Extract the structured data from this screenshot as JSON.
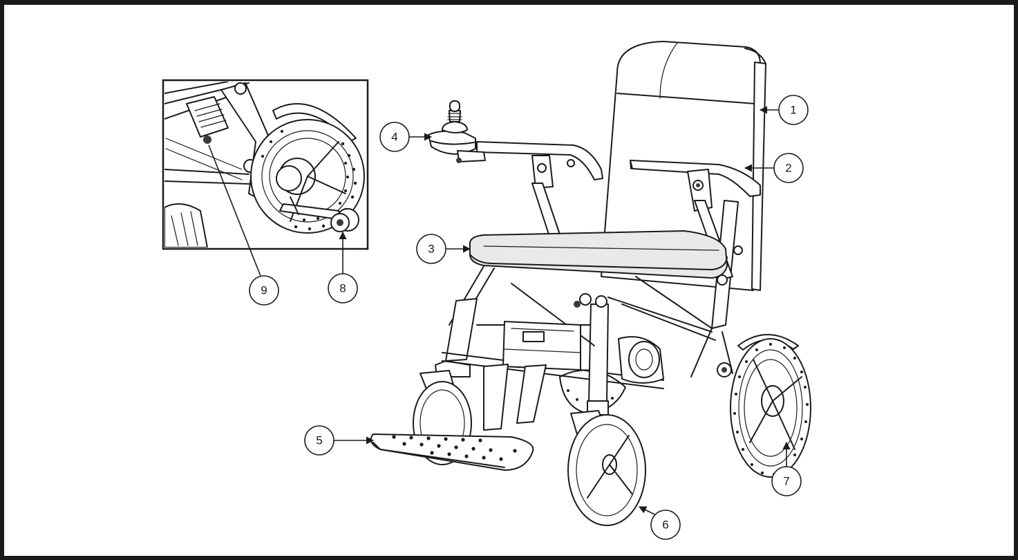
{
  "callouts": [
    {
      "label": "1"
    },
    {
      "label": "2"
    },
    {
      "label": "3"
    },
    {
      "label": "4"
    },
    {
      "label": "5"
    },
    {
      "label": "6"
    },
    {
      "label": "7"
    },
    {
      "label": "8"
    },
    {
      "label": "9"
    }
  ],
  "colors": {
    "line": "#1a1a1a",
    "background": "#ffffff",
    "cushion": "#e9e9e9"
  }
}
